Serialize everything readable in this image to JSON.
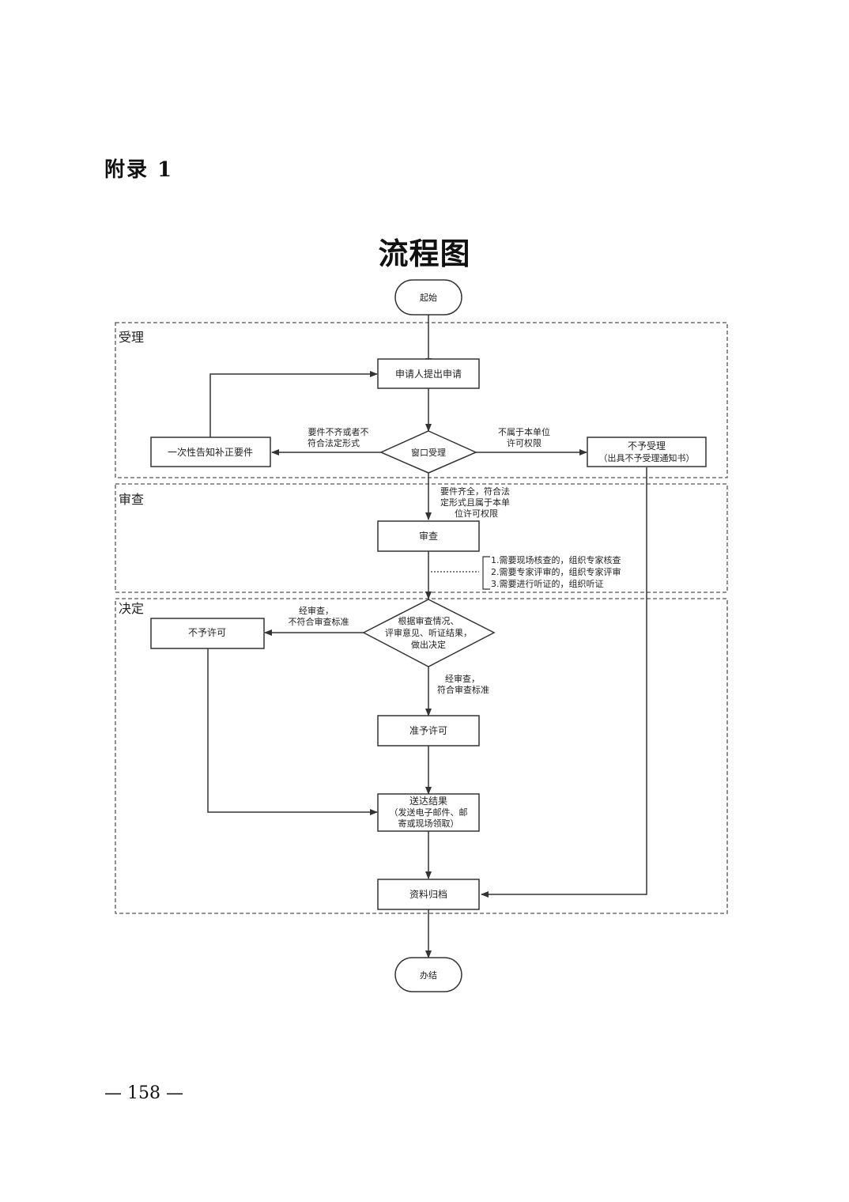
{
  "appendix_label": "附录 1",
  "title": "流程图",
  "page_number": "— 158 —",
  "lanes": {
    "accept": "受理",
    "review": "审查",
    "decide": "决定"
  },
  "nodes": {
    "start": "起始",
    "apply": "申请人提出申请",
    "window": "窗口受理",
    "supplement": "一次性告知补正要件",
    "reject_accept_1": "不予受理",
    "reject_accept_2": "（出具不予受理通知书）",
    "review": "审查",
    "decision_1": "根据审查情况、",
    "decision_2": "评审意见、听证结果，",
    "decision_3": "做出决定",
    "deny": "不予许可",
    "grant": "准予许可",
    "deliver_1": "送达结果",
    "deliver_2": "（发送电子邮件、邮",
    "deliver_3": "寄或现场领取）",
    "archive": "资料归档",
    "end": "办结"
  },
  "edge_labels": {
    "incomplete_1": "要件不齐或者不",
    "incomplete_2": "符合法定形式",
    "out_of_scope_1": "不属于本单位",
    "out_of_scope_2": "许可权限",
    "complete_1": "要件齐全，符合法",
    "complete_2": "定形式且属于本单",
    "complete_3": "位许可权限",
    "fail_1": "经审查，",
    "fail_2": "不符合审查标准",
    "pass_1": "经审查，",
    "pass_2": "符合审查标准"
  },
  "annotation": {
    "line1": "1.需要现场核查的，组织专家核查",
    "line2": "2.需要专家评审的，组织专家评审",
    "line3": "3.需要进行听证的，组织听证"
  }
}
